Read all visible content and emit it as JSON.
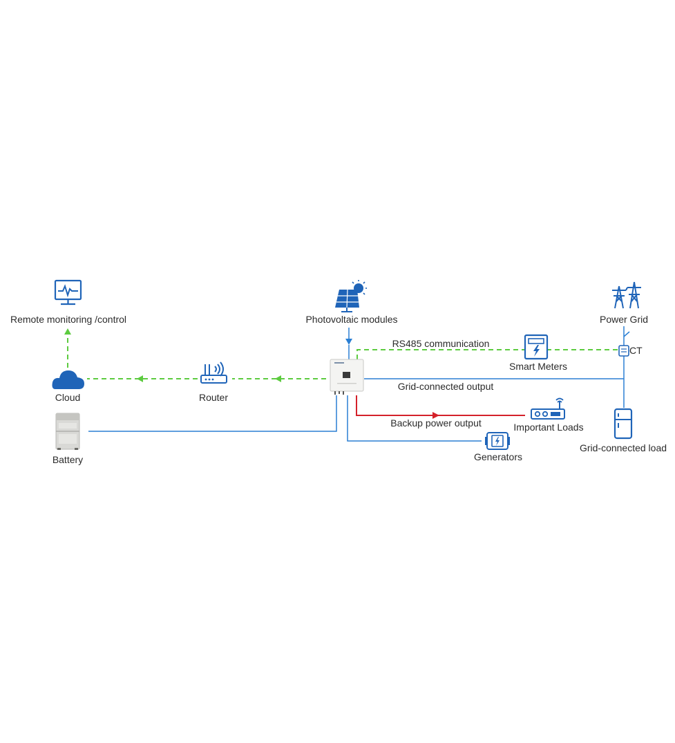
{
  "nodes": {
    "remote_monitoring": {
      "label": "Remote monitoring /control",
      "icon": "monitor-icon"
    },
    "cloud": {
      "label": "Cloud",
      "icon": "cloud-icon"
    },
    "router": {
      "label": "Router",
      "icon": "router-icon"
    },
    "battery": {
      "label": "Battery",
      "icon": "battery-icon"
    },
    "photovoltaic": {
      "label": "Photovoltaic modules",
      "icon": "solar-panel-icon"
    },
    "inverter": {
      "label": "",
      "icon": "inverter-icon"
    },
    "smart_meters": {
      "label": "Smart Meters",
      "icon": "smart-meter-icon"
    },
    "power_grid": {
      "label": "Power Grid",
      "icon": "power-tower-icon"
    },
    "ct": {
      "label": "CT",
      "icon": "ct-icon"
    },
    "important_loads": {
      "label": "Important Loads",
      "icon": "load-device-icon"
    },
    "generators": {
      "label": "Generators",
      "icon": "generator-icon"
    },
    "grid_connected_load": {
      "label": "Grid-connected load",
      "icon": "refrigerator-icon"
    }
  },
  "edges": {
    "rs485": {
      "label": "RS485 communication",
      "style": "dashed",
      "color": "#5ccb3f"
    },
    "grid_output": {
      "label": "Grid-connected output",
      "style": "solid",
      "color": "#2a7fd4"
    },
    "backup_output": {
      "label": "Backup power output",
      "style": "solid",
      "color": "#d4212a"
    }
  },
  "colors": {
    "icon_blue": "#1f64b8",
    "line_blue": "#2a7fd4",
    "comm_green": "#5ccb3f",
    "backup_red": "#d4212a"
  }
}
